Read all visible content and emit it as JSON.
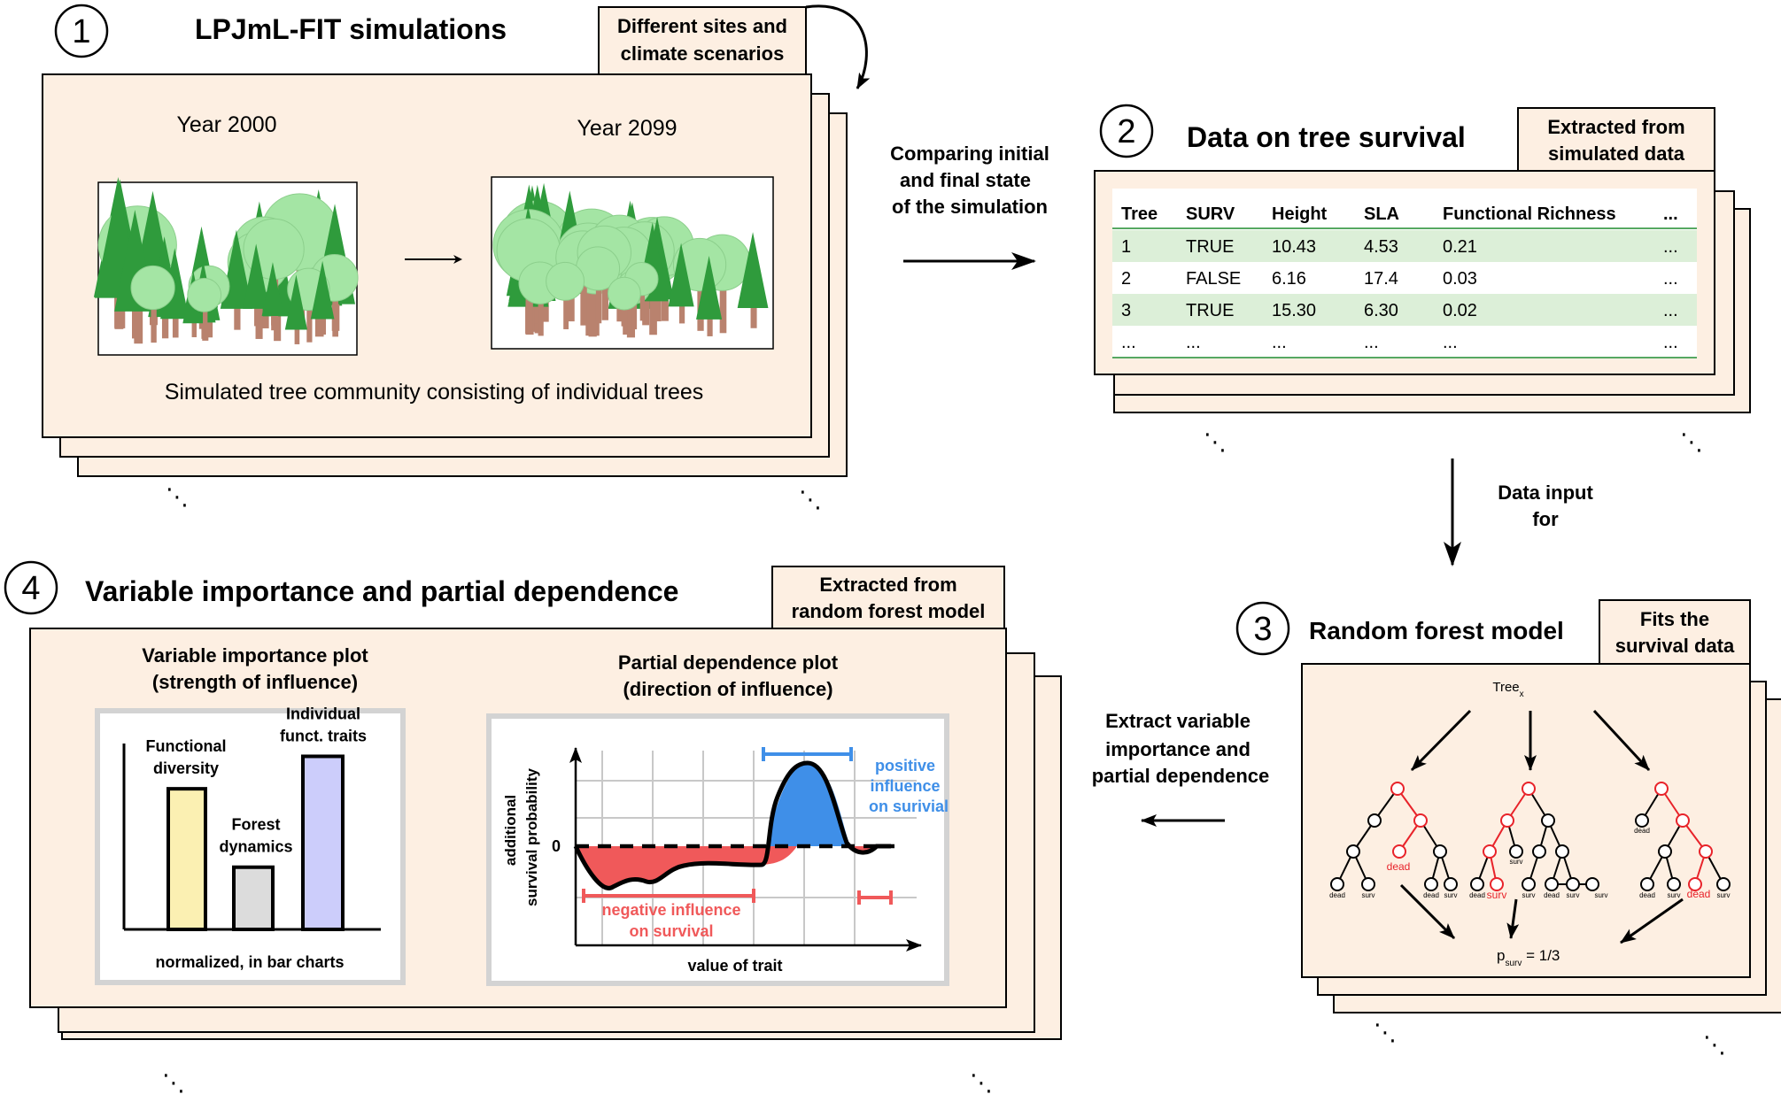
{
  "colors": {
    "card_fill": "#fdefe2",
    "tree_green_light": "#a4e5a4",
    "tree_green_dark": "#2f9b3c",
    "tree_trunk": "#b9826e",
    "table_row_green": "#dcefd8",
    "decision_red": "#e8232a",
    "negative_red": "#f0595a",
    "positive_blue": "#3f8fe8",
    "bar_yellow": "#fbf0b2",
    "bar_grey": "#dcdcdc",
    "bar_lavender": "#cccdfb"
  },
  "step1": {
    "number": "1",
    "title": "LPJmL-FIT simulations",
    "tag_line1": "Different sites and",
    "tag_line2": "climate scenarios",
    "year_start": "Year 2000",
    "year_end": "Year 2099",
    "caption": "Simulated tree community consisting of individual trees"
  },
  "arrow_1_2": {
    "line1": "Comparing initial",
    "line2": "and final state",
    "line3": "of the simulation"
  },
  "step2": {
    "number": "2",
    "title": "Data on tree survival",
    "tag_line1": "Extracted from",
    "tag_line2": "simulated data",
    "table": {
      "headers": [
        "Tree",
        "SURV",
        "Height",
        "SLA",
        "Functional Richness",
        "..."
      ],
      "rows": [
        [
          "1",
          "TRUE",
          "10.43",
          "4.53",
          "0.21",
          "..."
        ],
        [
          "2",
          "FALSE",
          "6.16",
          "17.4",
          "0.03",
          "..."
        ],
        [
          "3",
          "TRUE",
          "15.30",
          "6.30",
          "0.02",
          "..."
        ],
        [
          "...",
          "...",
          "...",
          "...",
          "...",
          "..."
        ]
      ]
    }
  },
  "arrow_2_3": {
    "line1": "Data input",
    "line2": "for"
  },
  "step3": {
    "number": "3",
    "title": "Random forest model",
    "tag_line1": "Fits the",
    "tag_line2": "survival data",
    "root_label": "Tree",
    "root_sub": "x",
    "leaf_dead": "dead",
    "leaf_surv": "surv",
    "result_p": "p",
    "result_sub": "surv",
    "result_value": " = 1/3"
  },
  "arrow_3_4": {
    "line1": "Extract variable",
    "line2": "importance and",
    "line3": "partial dependence"
  },
  "step4": {
    "number": "4",
    "title": "Variable importance and partial dependence",
    "tag_line1": "Extracted from",
    "tag_line2": "random forest model",
    "vip_title1": "Variable importance plot",
    "vip_title2": "(strength of influence)",
    "vip_bar1_line1": "Functional",
    "vip_bar1_line2": "diversity",
    "vip_bar2_line1": "Forest",
    "vip_bar2_line2": "dynamics",
    "vip_bar3_line1": "Individual",
    "vip_bar3_line2": "funct. traits",
    "vip_caption": "normalized, in bar charts",
    "pdp_title1": "Partial dependence plot",
    "pdp_title2": "(direction of influence)",
    "pdp_ylabel1": "additional",
    "pdp_ylabel2": "survival probability",
    "pdp_zero": "0",
    "pdp_xlabel": "value of trait",
    "pdp_pos1": "positive",
    "pdp_pos2": "influence",
    "pdp_pos3": "on surivial",
    "pdp_neg1": "negative influence",
    "pdp_neg2": "on survival"
  },
  "ellipsis_glyph": "⋱",
  "vip_values": {
    "functional_diversity": 0.52,
    "forest_dynamics": 0.23,
    "individual_traits": 0.64
  }
}
